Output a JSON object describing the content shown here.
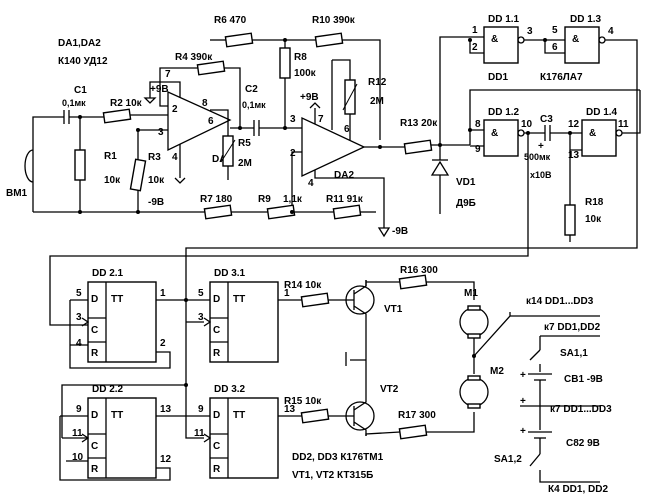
{
  "title": "",
  "labels": {
    "r6": "R6 470",
    "r10": "R10 390к",
    "dd11": "DD 1.1",
    "dd13": "DD 1.3",
    "da1da2": "DA1,DA2",
    "k140": "К140 УД12",
    "r4": "R4 390к",
    "p9v1": "+9В",
    "r8": "R8",
    "r8v": "100к",
    "dd1": "DD1",
    "k176la7": "К176ЛА7",
    "c1": "C1",
    "c1v": "0,1мк",
    "r2": "R2 10к",
    "c2": "C2",
    "c2v": "0,1мк",
    "p9v2": "+9В",
    "r12": "R12",
    "r12v": "2М",
    "da1": "DA1",
    "r5": "R5",
    "r5v": "2М",
    "dd12": "DD 1.2",
    "c3": "C3",
    "dd14": "DD 1.4",
    "r13": "R13 20к",
    "da2": "DA2",
    "r1": "R1",
    "r1v": "10к",
    "r3": "R3",
    "r3v": "10к",
    "c3v": "500мк",
    "x10v": "х10В",
    "vd1": "VD1",
    "vd1t": "Д9Б",
    "bm1": "BM1",
    "m9v1": "-9В",
    "r7": "R7 180",
    "r9": "R9",
    "r9v": "1,1к",
    "r11": "R11 91к",
    "r18": "R18",
    "r18v": "10к",
    "m9v2": "-9В",
    "dd21": "DD 2.1",
    "dd31": "DD 3.1",
    "r16": "R16 300",
    "m1": "M1",
    "r14": "R14 10к",
    "k14": "к14 DD1...DD3",
    "vt1": "VT1",
    "k7a": "к7 DD1,DD2",
    "sa11": "SA1,1",
    "m2": "M2",
    "gb1": "СВ1 -9В",
    "vt2": "VT2",
    "k7b": "к7 DD1...DD3",
    "dd22": "DD 2.2",
    "dd32": "DD 3.2",
    "r15": "R15 10к",
    "r17": "R17 300",
    "gb2": "С82 9В",
    "sa12": "SA1,2",
    "dd2dd3": "DD2, DD3 К176ТМ1",
    "vt12": "VT1, VT2 КТ315Б",
    "k4": "К4 DD1, DD2",
    "tt": "ТТ",
    "d": "D",
    "c": "C",
    "r": "R",
    "amp": "&",
    "pins": {
      "p1": "1",
      "p2": "2",
      "p3": "3",
      "p4": "4",
      "p5": "5",
      "p6": "6",
      "p7": "7",
      "p8": "8",
      "p9": "9",
      "p10": "10",
      "p11": "11",
      "p12": "12",
      "p13": "13",
      "plus": "+"
    }
  }
}
